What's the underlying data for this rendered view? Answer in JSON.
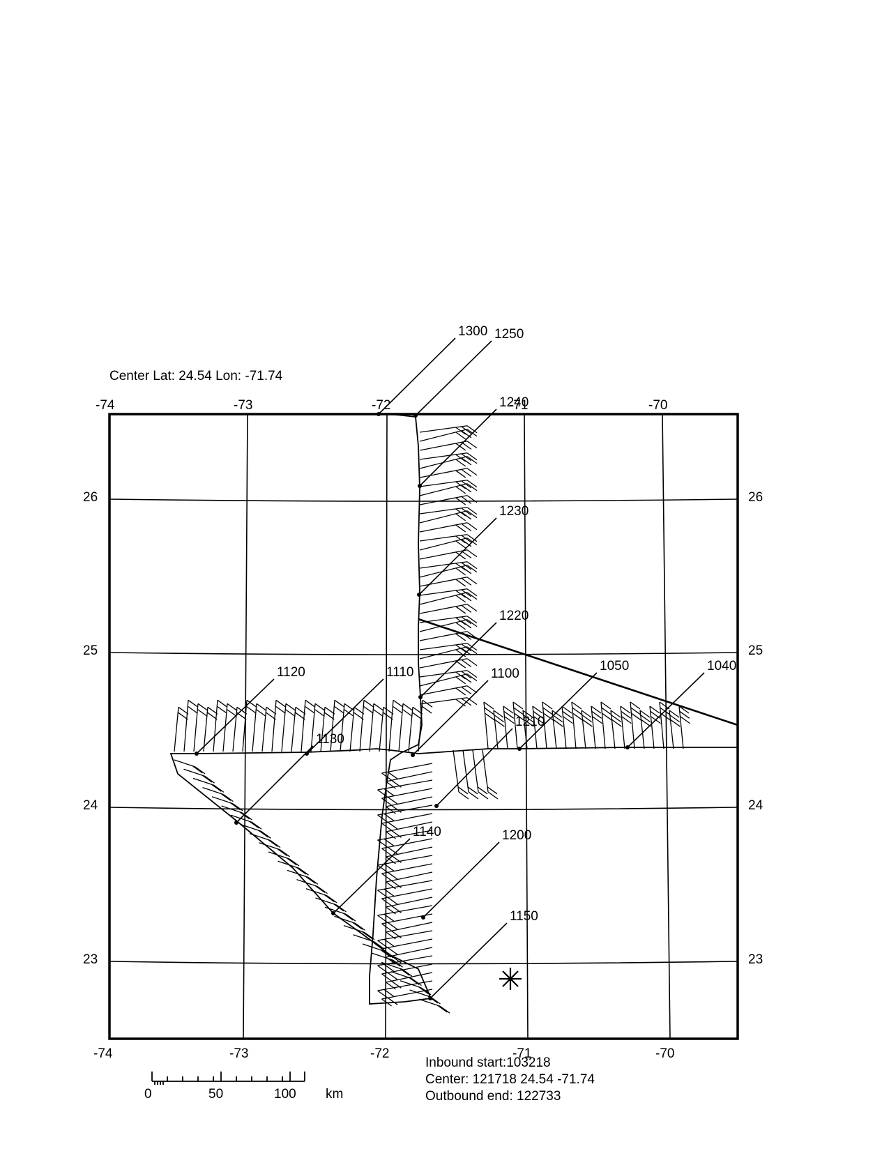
{
  "header": {
    "center_label": "Center Lat: 24.54 Lon:  -71.74"
  },
  "map": {
    "lon_ticks_top": [
      "-74",
      "-73",
      "-72",
      "-71",
      "-70"
    ],
    "lon_ticks_bottom": [
      "-74",
      "-73",
      "-72",
      "-71",
      "-70"
    ],
    "lat_ticks_left": [
      "26",
      "25",
      "24",
      "23"
    ],
    "lat_ticks_right": [
      "26",
      "25",
      "24",
      "23"
    ],
    "time_labels": [
      "1300",
      "1250",
      "1240",
      "1230",
      "1220",
      "1210",
      "1200",
      "1150",
      "1140",
      "1130",
      "1120",
      "1110",
      "1100",
      "1050",
      "1040"
    ],
    "storm_center_symbol": "asterisk"
  },
  "scale_bar": {
    "labels": [
      "0",
      "50",
      "100"
    ],
    "unit": "km"
  },
  "info": {
    "inbound_start": "Inbound start:103218",
    "center": "Center: 121718 24.54  -71.74",
    "outbound_end": "Outbound end: 122733"
  },
  "colors": {
    "ink": "#000000",
    "background": "#ffffff"
  }
}
